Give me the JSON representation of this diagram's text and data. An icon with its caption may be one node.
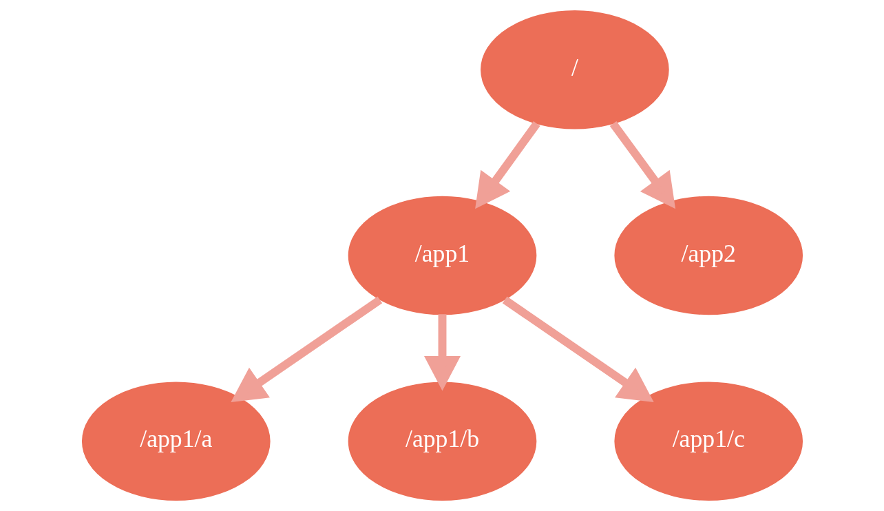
{
  "diagram": {
    "nodes": [
      {
        "text": [
          "/"
        ]
      },
      {
        "text": [
          "/app1"
        ]
      },
      {
        "text": [
          "/app2"
        ]
      },
      {
        "text": [
          "/app1/a"
        ]
      },
      {
        "text": [
          "/app1/b"
        ]
      },
      {
        "text": [
          "/app1/c"
        ]
      }
    ],
    "edges": [
      {
        "from": 0,
        "to": 1,
        "arrow": "to"
      },
      {
        "from": 0,
        "to": 2,
        "arrow": "to"
      },
      {
        "from": 1,
        "to": 3,
        "arrow": "to"
      },
      {
        "from": 1,
        "to": 4,
        "arrow": "to"
      },
      {
        "from": 1,
        "to": 5,
        "arrow": "to"
      }
    ]
  }
}
